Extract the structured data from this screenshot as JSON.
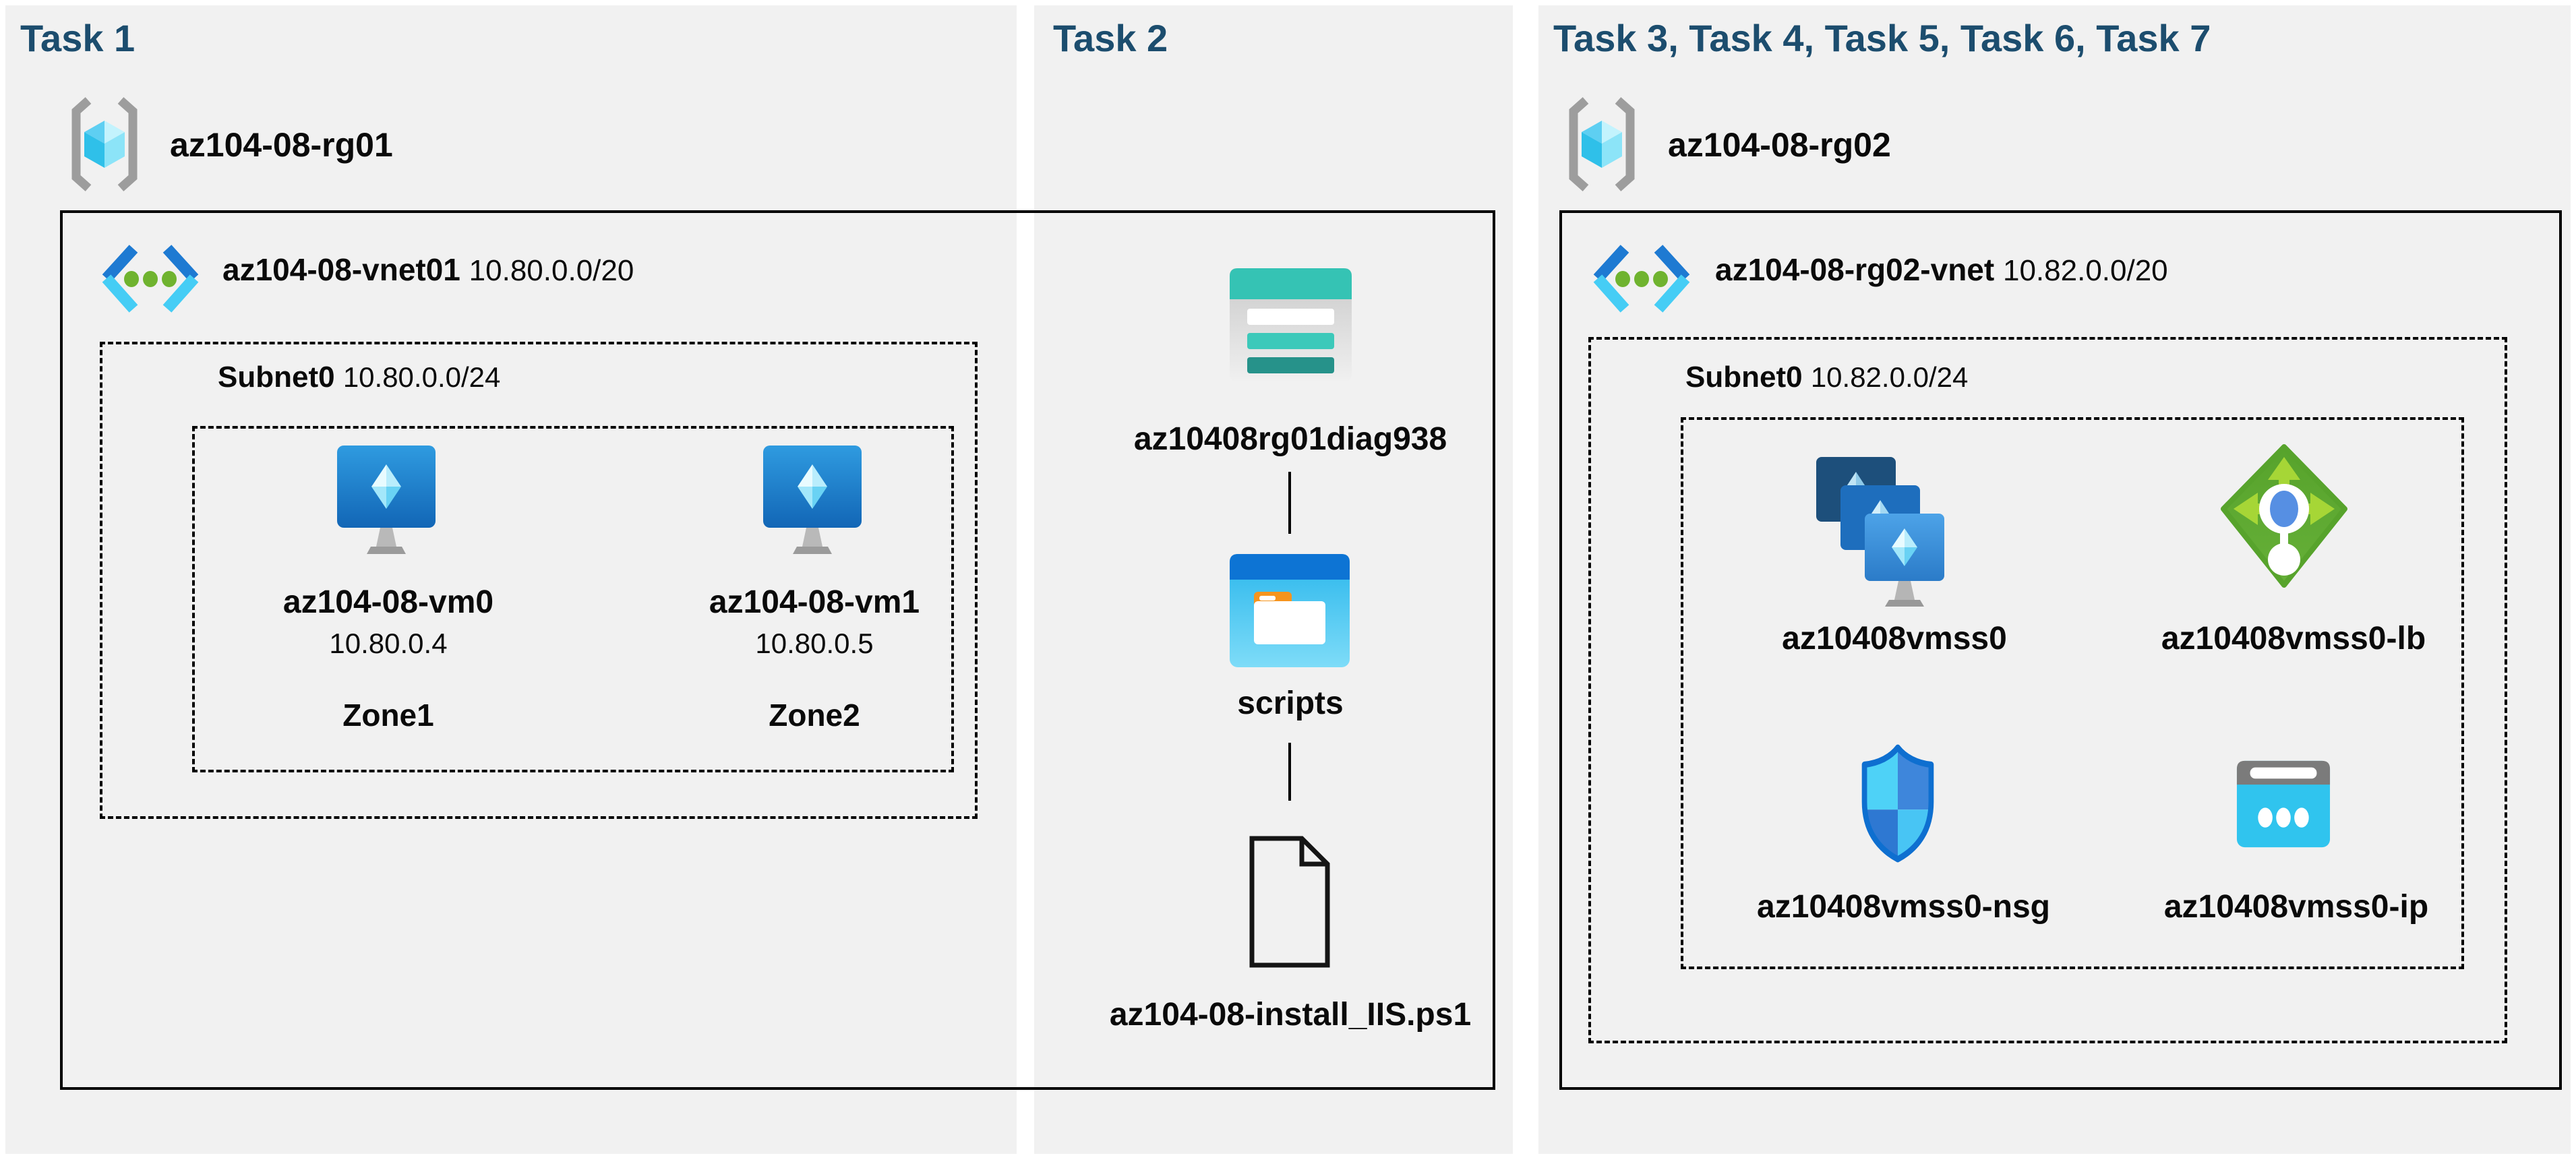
{
  "colors": {
    "page_bg": "#ffffff",
    "panel_bg": "#f1f1f1",
    "header_text": "#1c4d6e",
    "label_text": "#0a0a0a",
    "box_border": "#000000"
  },
  "icon_colors": {
    "rg_bracket_gray": "#9d9d9d",
    "cube_cyan": "#2fc0e9",
    "vnet_blue": "#1e7ad2",
    "vnet_cyan": "#45cdf5",
    "vnet_dot_green": "#6fb32f",
    "vm_blue_top": "#2f9be0",
    "vm_blue_bottom": "#1266b6",
    "vmss_back_blue": "#1d4f7b",
    "vmss_mid_blue": "#1e6ebd",
    "lb_green": "#5aa52d",
    "lb_arrow_green": "#a6d636",
    "lb_node_blue": "#568fe3",
    "nsg_outline_blue": "#0e6fd0",
    "nsg_light_cyan": "#4ed2f7",
    "nsg_mid_blue": "#3e86db",
    "ip_gray": "#7b7b7b",
    "ip_cyan": "#30c4ee",
    "storage_teal": "#35c3b4",
    "storage_teal_dark": "#26928a",
    "folder_blue": "#0d74d4",
    "folder_cyan": "#29b6ec",
    "folder_orange": "#f6941d"
  },
  "panels": {
    "task1": {
      "title": "Task 1",
      "resource_group": "az104-08-rg01",
      "vnet": {
        "name": "az104-08-vnet01",
        "cidr": "10.80.0.0/20"
      },
      "subnet": {
        "name": "Subnet0",
        "cidr": "10.80.0.0/24"
      },
      "vms": [
        {
          "name": "az104-08-vm0",
          "ip": "10.80.0.4",
          "zone": "Zone1"
        },
        {
          "name": "az104-08-vm1",
          "ip": "10.80.0.5",
          "zone": "Zone2"
        }
      ]
    },
    "task2": {
      "title": "Task 2",
      "storage_account": "az10408rg01diag938",
      "folder": "scripts",
      "script_file": "az104-08-install_IIS.ps1"
    },
    "task3": {
      "title": "Task 3, Task 4, Task 5, Task 6, Task 7",
      "resource_group": "az104-08-rg02",
      "vnet": {
        "name": "az104-08-rg02-vnet",
        "cidr": "10.82.0.0/20"
      },
      "subnet": {
        "name": "Subnet0",
        "cidr": "10.82.0.0/24"
      },
      "vmss": {
        "name": "az10408vmss0"
      },
      "load_balancer": {
        "name": "az10408vmss0-lb"
      },
      "nsg": {
        "name": "az10408vmss0-nsg"
      },
      "public_ip": {
        "name": "az10408vmss0-ip"
      }
    }
  }
}
